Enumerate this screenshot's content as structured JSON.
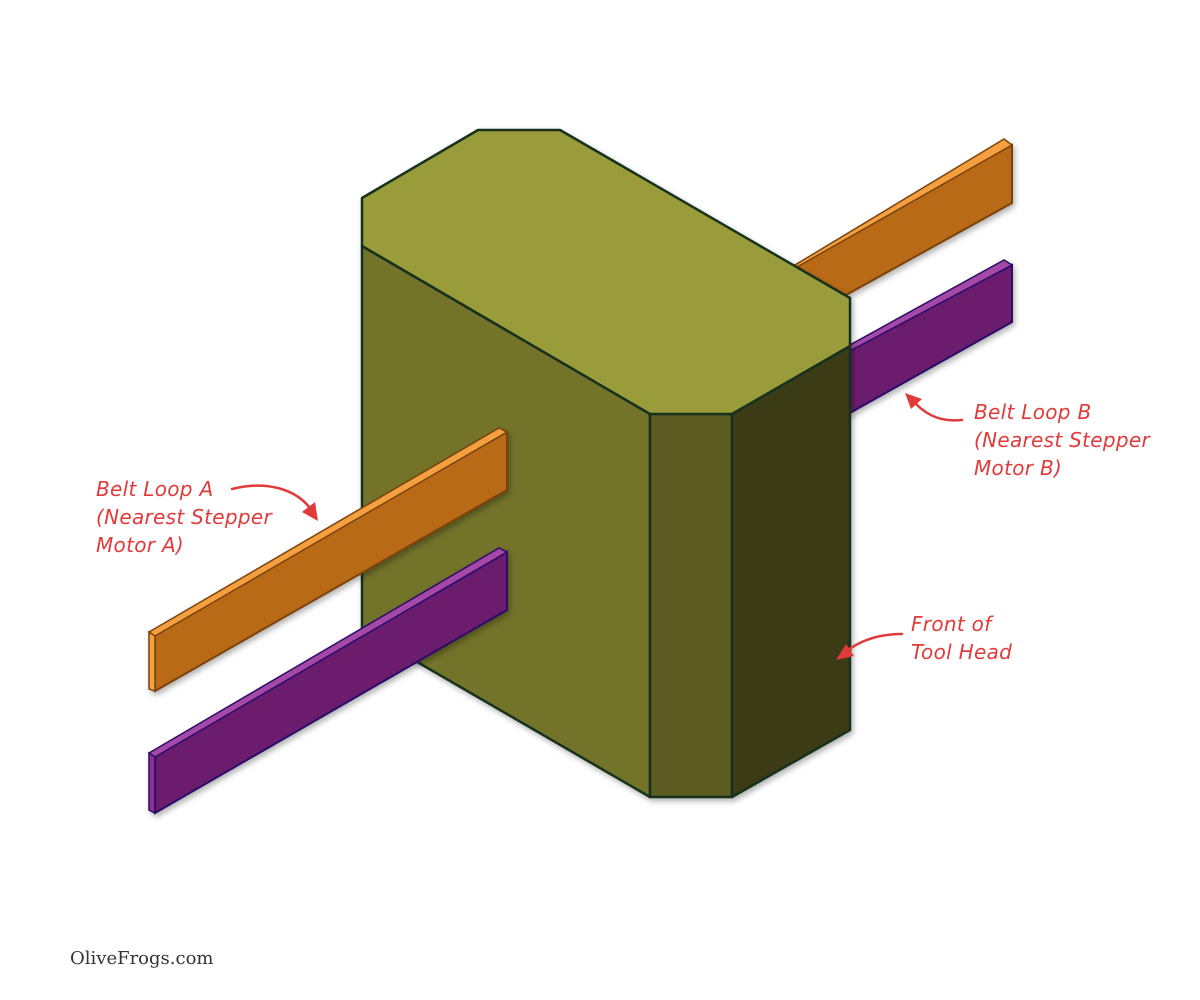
{
  "labels": {
    "belt_loop_a": [
      "Belt Loop A",
      "(Nearest Stepper",
      "Motor A)"
    ],
    "belt_loop_b": [
      "Belt Loop B",
      "(Nearest Stepper",
      "Motor B)"
    ],
    "front_tool_head": [
      "Front of",
      "Tool Head"
    ]
  },
  "footer": {
    "credit": "OliveFrogs.com"
  },
  "colors": {
    "block_top": "#9a9b3a",
    "block_left": "#73732b",
    "block_chamfer": "#5c5c22",
    "block_right": "#3a3a18",
    "block_outline": "#17331f",
    "belt_a_face": "#b96b16",
    "belt_a_top": "#f5a040",
    "belt_a_outline": "#7a4208",
    "belt_b_face": "#6c1c6c",
    "belt_b_top": "#a64aa6",
    "belt_b_outline": "#2a0a6a",
    "annotation": "#e03a3a"
  }
}
